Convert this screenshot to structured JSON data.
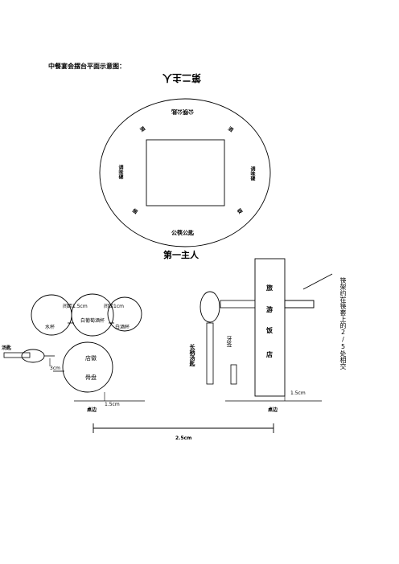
{
  "title": "中餐宴会摆台平面示意图：",
  "table_plan": {
    "second_host": "第二主人",
    "first_host": "第一主人",
    "serving_chopsticks_top": "公筷公匙",
    "serving_chopsticks_bottom": "公筷公匙",
    "side_left": "调味碟",
    "side_right": "调味碟",
    "seat_labels": [
      "酒",
      "酒",
      "烟",
      "烟"
    ]
  },
  "place_setting": {
    "spacing_1": "间距1.5cm",
    "spacing_2": "间距1cm",
    "water_glass": "水杯",
    "wine_glass": "白葡萄酒杯",
    "liquor_glass": "白酒杯",
    "soup_spoon": "汤匙",
    "distance_3cm": "3cm",
    "bread_plate": "店徽",
    "bone_plate": "骨盘",
    "distance_1cm": "1.5cm",
    "table_edge": "桌边"
  },
  "chopsticks": {
    "long_spoon": "长柄汤匙",
    "toothpick": "牙签",
    "sleeve_text": [
      "旅",
      "游",
      "饭",
      "店"
    ],
    "distance_15cm": "1.5cm",
    "table_edge": "桌边",
    "note": "筷架约在筷套上的2/5处相交"
  },
  "total_width": "2.5cm"
}
